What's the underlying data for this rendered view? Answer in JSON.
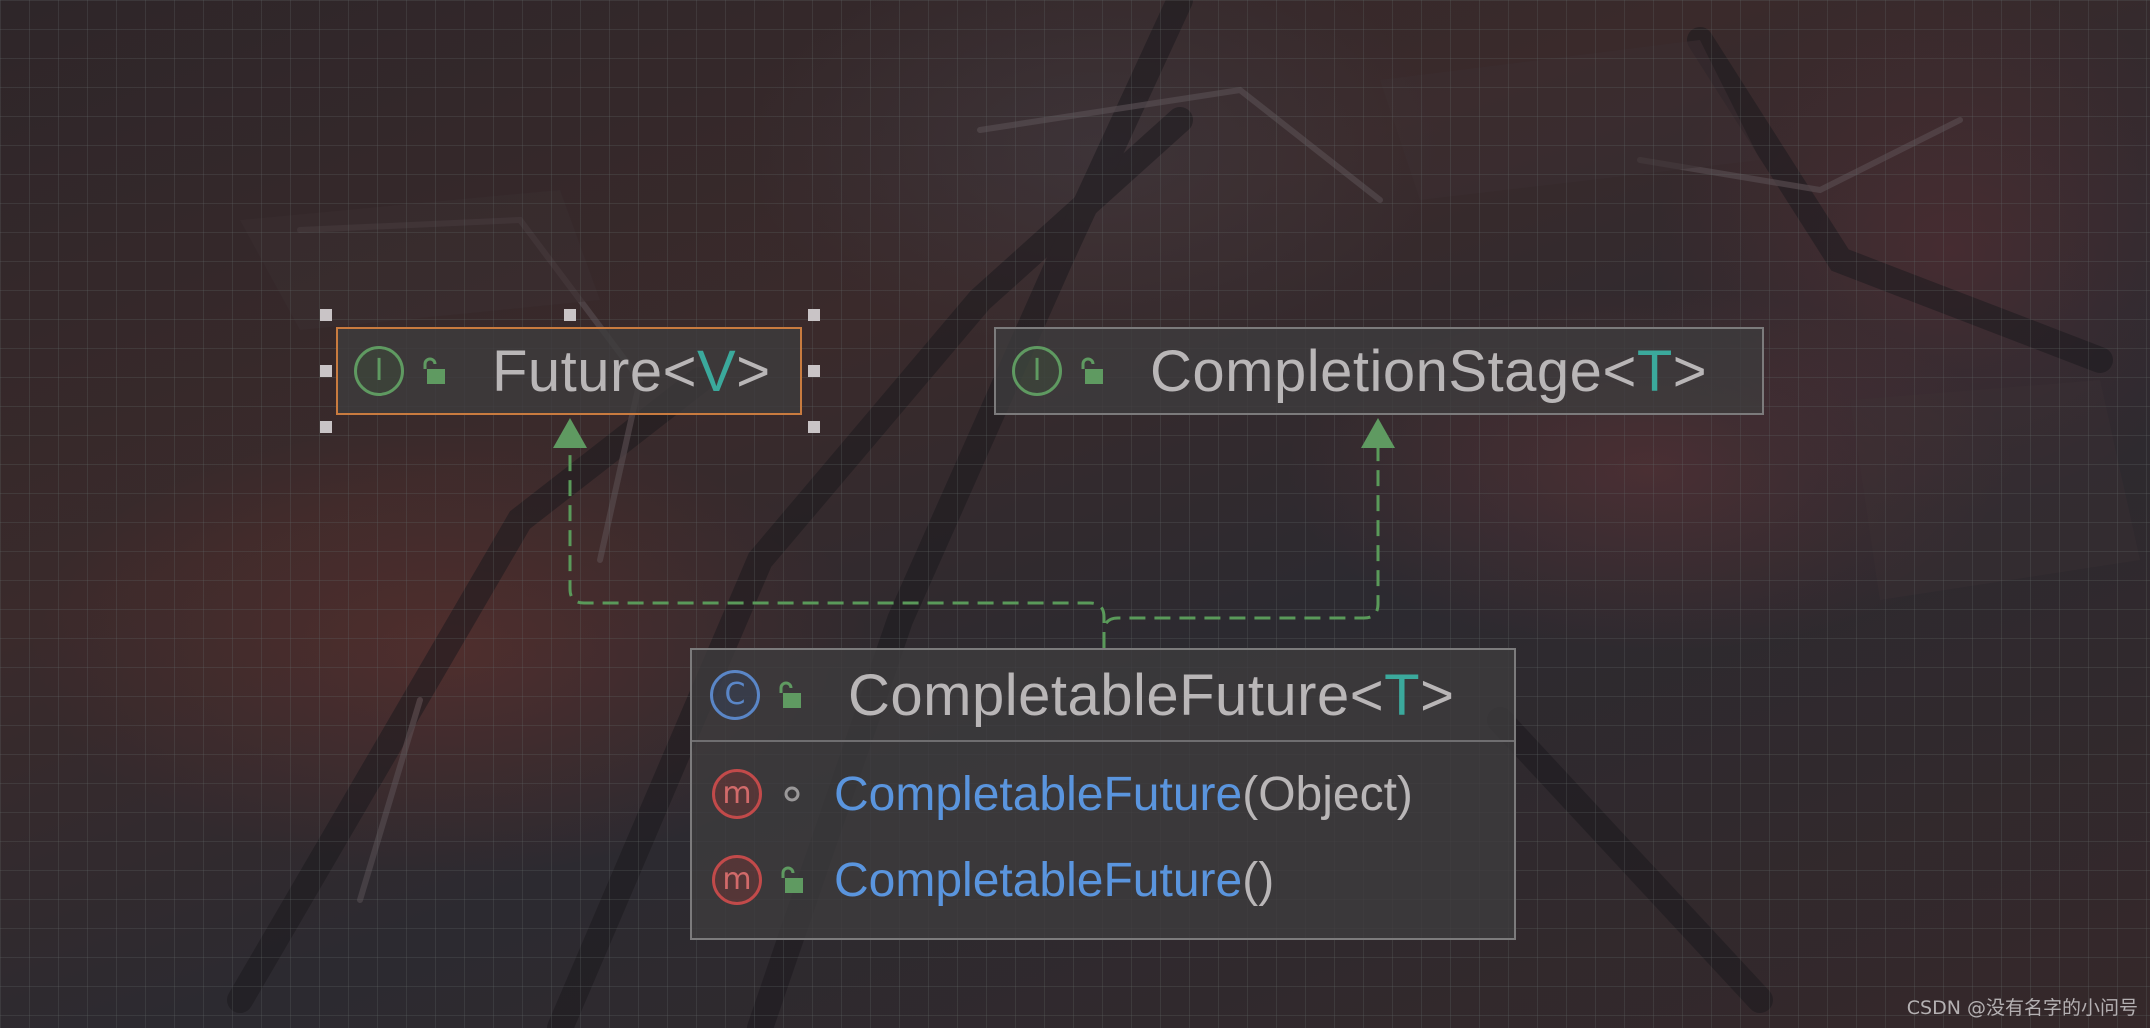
{
  "diagram": {
    "nodes": [
      {
        "id": "future",
        "kind": "interface",
        "kind_letter": "I",
        "visibility_icon": "unlock-icon",
        "name": "Future",
        "open_bracket": "<",
        "type_param": "V",
        "close_bracket": ">",
        "selected": true
      },
      {
        "id": "completion-stage",
        "kind": "interface",
        "kind_letter": "I",
        "visibility_icon": "unlock-icon",
        "name": "CompletionStage",
        "open_bracket": "<",
        "type_param": "T",
        "close_bracket": ">",
        "selected": false
      },
      {
        "id": "completable-future",
        "kind": "class",
        "kind_letter": "C",
        "visibility_icon": "unlock-icon",
        "name": "CompletableFuture",
        "open_bracket": "<",
        "type_param": "T",
        "close_bracket": ">",
        "selected": false,
        "members": [
          {
            "kind_letter": "m",
            "visibility_icon": "package-private-icon",
            "name": "CompletableFuture",
            "params": "(Object)"
          },
          {
            "kind_letter": "m",
            "visibility_icon": "unlock-icon",
            "name": "CompletableFuture",
            "params": "()"
          }
        ]
      }
    ],
    "edges": [
      {
        "from": "completable-future",
        "to": "future",
        "type": "implements",
        "style": "dashed"
      },
      {
        "from": "completable-future",
        "to": "completion-stage",
        "type": "implements",
        "style": "dashed"
      }
    ]
  },
  "colors": {
    "interface_icon": "#5f9a61",
    "class_icon": "#5a86c7",
    "method_icon": "#c24a4a",
    "type_param": "#3ba99c",
    "member_name": "#5a95de",
    "edge": "#5a9a5a",
    "selection_border": "#c97b3f",
    "node_border": "#7c7b7c"
  },
  "watermark": "CSDN @没有名字的小问号"
}
